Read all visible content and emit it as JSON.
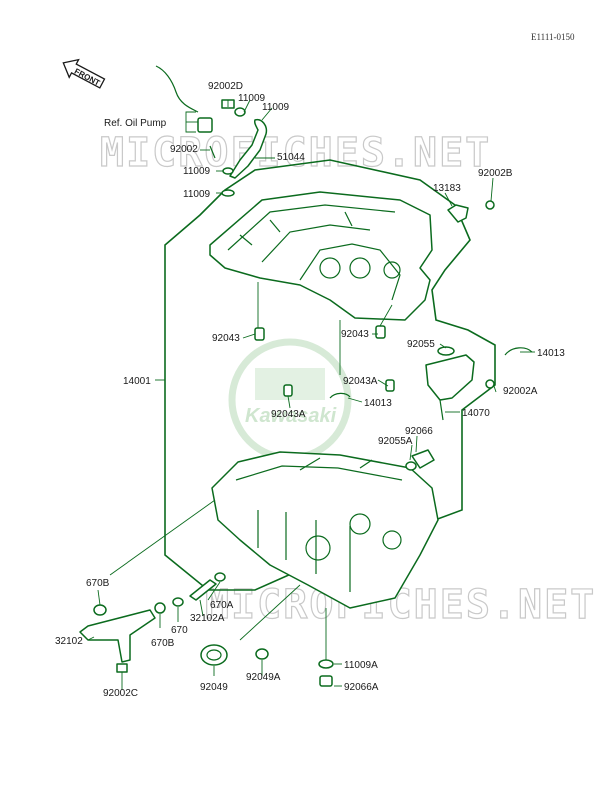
{
  "ref_code": "E1111-0150",
  "front_label": "FRONT",
  "watermark": "MICROFICHES.NET",
  "logo_text": "Kawasaki",
  "labels": {
    "ref_oil_pump": "Ref. Oil Pump",
    "p92002D": "92002D",
    "p11009_a": "11009",
    "p11009_b": "11009",
    "p92002": "92002",
    "p51044": "51044",
    "p11009_c": "11009",
    "p11009_d": "11009",
    "p13183": "13183",
    "p92002B": "92002B",
    "p14001": "14001",
    "p92043_a": "92043",
    "p92043_b": "92043",
    "p92055": "92055",
    "p14013_a": "14013",
    "p92043A_a": "92043A",
    "p92002A": "92002A",
    "p14013_b": "14013",
    "p92043A_b": "92043A",
    "p14070": "14070",
    "p92066": "92066",
    "p92055A": "92055A",
    "p670B_a": "670B",
    "p670A": "670A",
    "p32102A": "32102A",
    "p32102": "32102",
    "p670": "670",
    "p670B_b": "670B",
    "p92002C": "92002C",
    "p92049": "92049",
    "p92049A": "92049A",
    "p11009A": "11009A",
    "p92066A": "92066A"
  }
}
